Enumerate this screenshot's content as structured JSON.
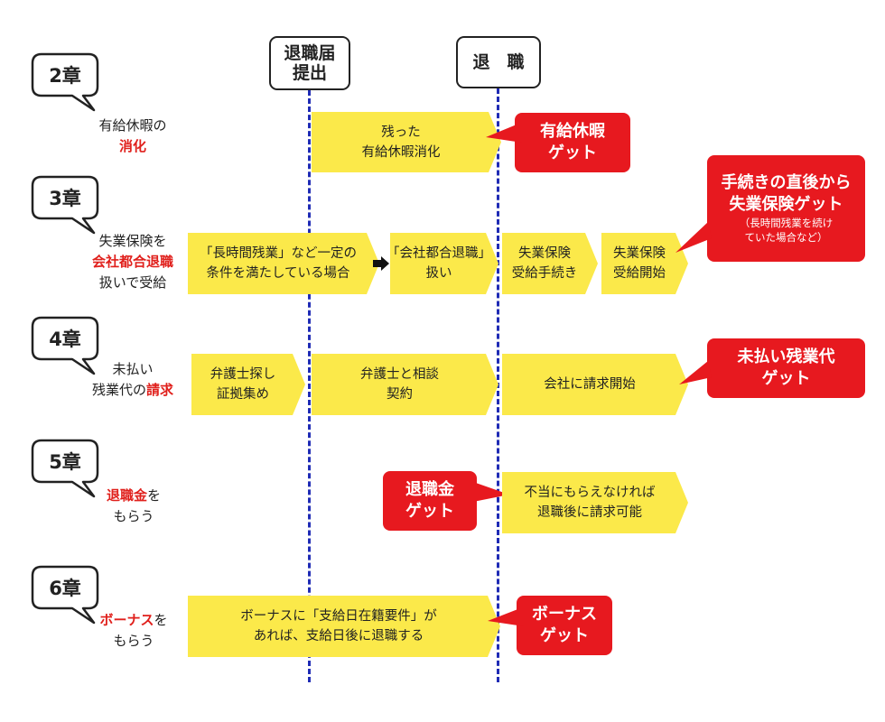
{
  "headers": {
    "resign_submit": [
      "退職届",
      "提出"
    ],
    "retire": "退　職"
  },
  "chapters": [
    {
      "label": "2章",
      "desc": [
        [
          {
            "t": "有給休暇の"
          }
        ],
        [
          {
            "t": "消化",
            "red": true
          }
        ]
      ]
    },
    {
      "label": "3章",
      "desc": [
        [
          {
            "t": "失業保険を"
          }
        ],
        [
          {
            "t": "会社都合退職",
            "red": true
          }
        ],
        [
          {
            "t": "扱いで受給"
          }
        ]
      ]
    },
    {
      "label": "4章",
      "desc": [
        [
          {
            "t": "未払い"
          }
        ],
        [
          {
            "t": "残業代の"
          },
          {
            "t": "請求",
            "red": true
          }
        ]
      ]
    },
    {
      "label": "5章",
      "desc": [
        [
          {
            "t": "退職金",
            "red": true
          },
          {
            "t": "を"
          }
        ],
        [
          {
            "t": "もらう"
          }
        ]
      ]
    },
    {
      "label": "6章",
      "desc": [
        [
          {
            "t": "ボーナス",
            "red": true
          },
          {
            "t": "を"
          }
        ],
        [
          {
            "t": "もらう"
          }
        ]
      ]
    }
  ],
  "arrows": {
    "r2_a": [
      "残った",
      "有給休暇消化"
    ],
    "r3_a": [
      "「長時間残業」など一定の",
      "条件を満たしている場合"
    ],
    "r3_b": [
      "「会社都合退職」",
      "扱い"
    ],
    "r3_c": [
      "失業保険",
      "受給手続き"
    ],
    "r3_d": [
      "失業保険",
      "受給開始"
    ],
    "r4_a": [
      "弁護士探し",
      "証拠集め"
    ],
    "r4_b": [
      "弁護士と相談",
      "契約"
    ],
    "r4_c": [
      "会社に請求開始"
    ],
    "r5_a": [
      "不当にもらえなければ",
      "退職後に請求可能"
    ],
    "r6_a": [
      "ボーナスに「支給日在籍要件」が",
      "あれば、支給日後に退職する"
    ]
  },
  "callouts": {
    "c2": [
      "有給休暇",
      "ゲット"
    ],
    "c3": [
      "手続きの直後から",
      "失業保険ゲット"
    ],
    "c3_note": [
      "（長時間残業を続け",
      "ていた場合など）"
    ],
    "c4": [
      "未払い残業代",
      "ゲット"
    ],
    "c5": [
      "退職金",
      "ゲット"
    ],
    "c6": [
      "ボーナス",
      "ゲット"
    ]
  },
  "colors": {
    "arrow": "#fbe94a",
    "callout": "#e7191f",
    "accent_text": "#e0201c",
    "timeline": "#1f2bb5"
  }
}
